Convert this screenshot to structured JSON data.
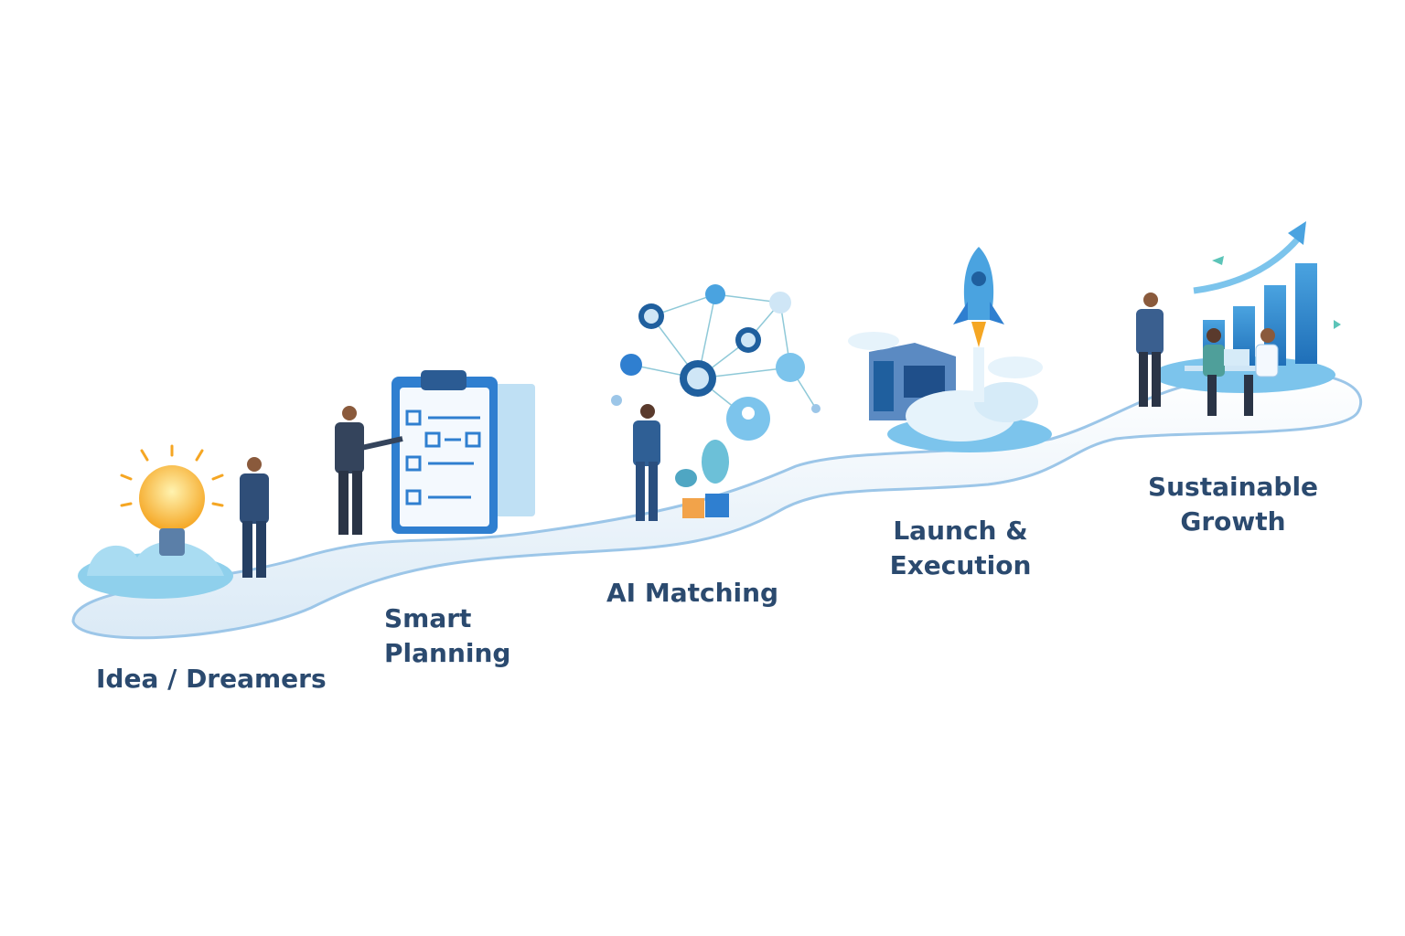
{
  "stages": [
    {
      "id": "idea",
      "label": "Idea / Dreamers",
      "icon": "lightbulb-icon"
    },
    {
      "id": "planning",
      "label": "Smart\nPlanning",
      "icon": "clipboard-checklist-icon"
    },
    {
      "id": "matching",
      "label": "AI Matching",
      "icon": "network-icon"
    },
    {
      "id": "launch",
      "label": "Launch &\nExecution",
      "icon": "rocket-icon"
    },
    {
      "id": "growth",
      "label": "Sustainable\nGrowth",
      "icon": "growth-chart-icon"
    }
  ],
  "colors": {
    "text": "#2b4a6f",
    "accent": "#2f7fd0",
    "light": "#cfe6f6",
    "bulb": "#f7b733"
  }
}
